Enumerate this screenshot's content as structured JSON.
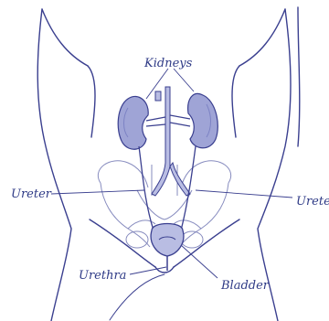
{
  "labels": {
    "kidneys": "Kidneys",
    "ureter_left": "Ureter",
    "ureter_right": "Ureter",
    "urethra": "Urethra",
    "bladder": "Bladder"
  },
  "colors": {
    "outline": "#3a3f8f",
    "organ_fill": "#9fa4d6",
    "organ_shade": "#7d83c4",
    "label_text": "#2e3a86"
  }
}
